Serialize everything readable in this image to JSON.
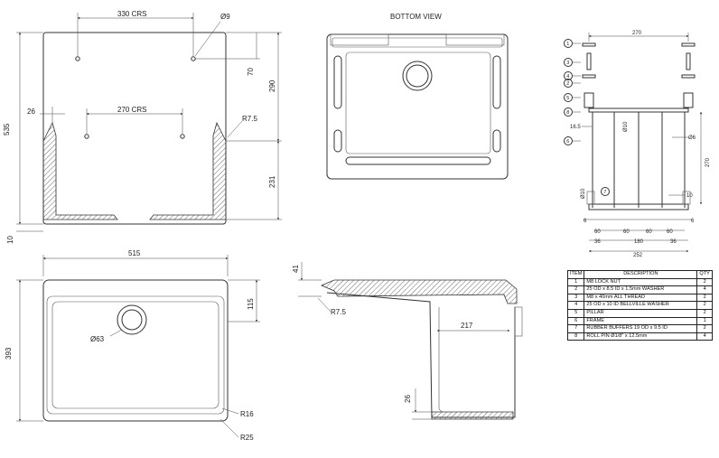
{
  "views": {
    "bottom_title": "BOTTOM VIEW"
  },
  "front_section": {
    "crs_top": "330 CRS",
    "hole_dia": "Ø9",
    "height_total": "535",
    "dim_290": "290",
    "dim_70": "70",
    "dim_26": "26",
    "crs_mid": "270 CRS",
    "radius": "R7.5",
    "dim_231": "231",
    "dim_10": "10"
  },
  "plan_view": {
    "width": "515",
    "depth": "393",
    "dim_115": "115",
    "waste": "Ø63",
    "r16": "R16",
    "r25": "R25"
  },
  "side_section": {
    "dim_41": "41",
    "radius": "R7.5",
    "dim_217": "217",
    "dim_26": "26"
  },
  "frame": {
    "top": "270",
    "d_165": "16.5",
    "d_phi10_top": "Ø10",
    "d_phi6": "Ø6",
    "d_270": "270",
    "d_phi10_left": "Ø10",
    "d_10": "10",
    "d_6l": "6",
    "d_6r": "6",
    "d_60a": "60",
    "d_60b": "60",
    "d_60c": "60",
    "d_60d": "60",
    "d_36l": "36",
    "d_180": "180",
    "d_36r": "36",
    "d_252": "252",
    "callouts": [
      "1",
      "3",
      "4",
      "2",
      "5",
      "8",
      "6",
      "7"
    ]
  },
  "bom": {
    "headers": [
      "ITEM",
      "DESCRIPTION",
      "QTY"
    ],
    "rows": [
      [
        "1",
        "M8 LOCK NUT",
        "2"
      ],
      [
        "2",
        "25 OD x 8.5 ID x 1.5mm WASHER",
        "4"
      ],
      [
        "3",
        "M8 x 40mm ALL THREAD",
        "2"
      ],
      [
        "4",
        "25 OD x 10 ID BELLVILLE WASHER",
        "2"
      ],
      [
        "5",
        "PILLAR",
        "2"
      ],
      [
        "6",
        "FRAME",
        "1"
      ],
      [
        "7",
        "RUBBER BUFFERS 19 OD x 9.5 ID",
        "2"
      ],
      [
        "8",
        "ROLL PIN Ø1/8\" x 12.5mm",
        "4"
      ]
    ]
  }
}
